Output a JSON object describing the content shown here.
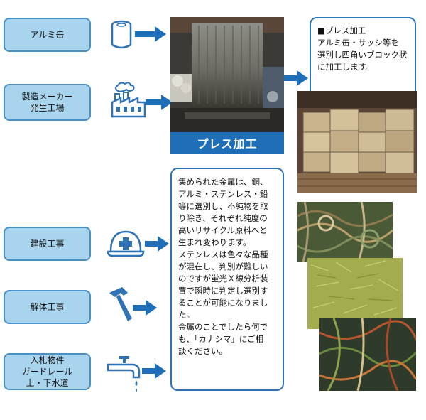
{
  "sources": [
    {
      "lines": [
        "アルミ缶"
      ],
      "icon": "can-icon"
    },
    {
      "lines": [
        "製造メーカー",
        "発生工場"
      ],
      "icon": "factory-icon"
    },
    {
      "lines": [
        "建設工事"
      ],
      "icon": "hard-hat-icon"
    },
    {
      "lines": [
        "解体工事"
      ],
      "icon": "hammer-icon"
    },
    {
      "lines": [
        "入札物件",
        "ガードレール",
        "上・下水道"
      ],
      "icon": "faucet-icon"
    }
  ],
  "press": {
    "label": "プレス加工",
    "desc_lines": [
      "■プレス加工",
      "アルミ缶・サッシ等を",
      "選別し四角いブロック状",
      "に加工します。"
    ]
  },
  "sorting": {
    "lines": [
      "集められた金属は、銅、",
      "アルミ・ステンレス・鉛",
      "等に選別し、不純物を取",
      "り除き、それぞれ純度の",
      "高いリサイクル原料へと",
      "生まれ変わります。",
      "ステンレスは色々な品種",
      "が混在し、判別が難しい",
      "のですが蛍光Ｘ線分析装",
      "置で瞬時に判定し選別す",
      "ることが可能になりまし",
      "た。",
      "金属のことでしたら何で",
      "も、「カナシマ」にご相",
      "談ください。"
    ]
  },
  "colors": {
    "source_fill": "#a8d4ee",
    "source_border": "#4a90c2",
    "arrow": "#1e6fb8",
    "label_fill": "#1e6fb8"
  }
}
